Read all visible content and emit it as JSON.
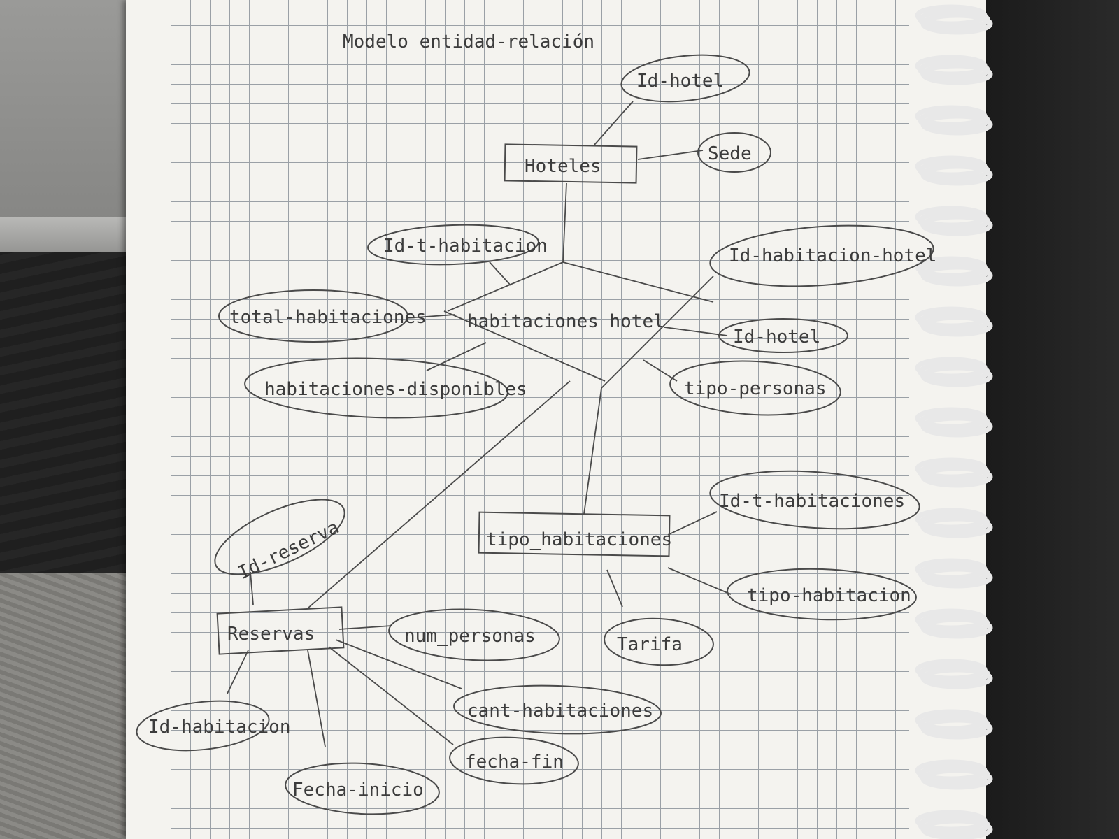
{
  "title": "Modelo entidad-relación",
  "entities": {
    "hoteles": "Hoteles",
    "habitaciones_hotel": "habitaciones_hotel",
    "tipo_habitaciones": "tipo_habitaciones",
    "reservas": "Reservas"
  },
  "attributes": {
    "id_hotel_top": "Id-hotel",
    "sede": "Sede",
    "id_t_habitacion": "Id-t-habitacion",
    "id_habitacion_hotel": "Id-habitacion-hotel",
    "total_habitaciones": "total-habitaciones",
    "id_hotel_mid": "Id-hotel",
    "habitaciones_disponibles": "habitaciones-disponibles",
    "tipo_personas": "tipo-personas",
    "id_t_habitaciones": "Id-t-habitaciones",
    "tipo_habitacion": "tipo-habitacion",
    "tarifa": "Tarifa",
    "id_reserva": "Id-reserva",
    "num_personas": "num_personas",
    "cant_habitaciones": "cant-habitaciones",
    "id_habitacion": "Id-habitacion",
    "fecha_fin": "fecha-fin",
    "fecha_inicio": "Fecha-inicio"
  }
}
